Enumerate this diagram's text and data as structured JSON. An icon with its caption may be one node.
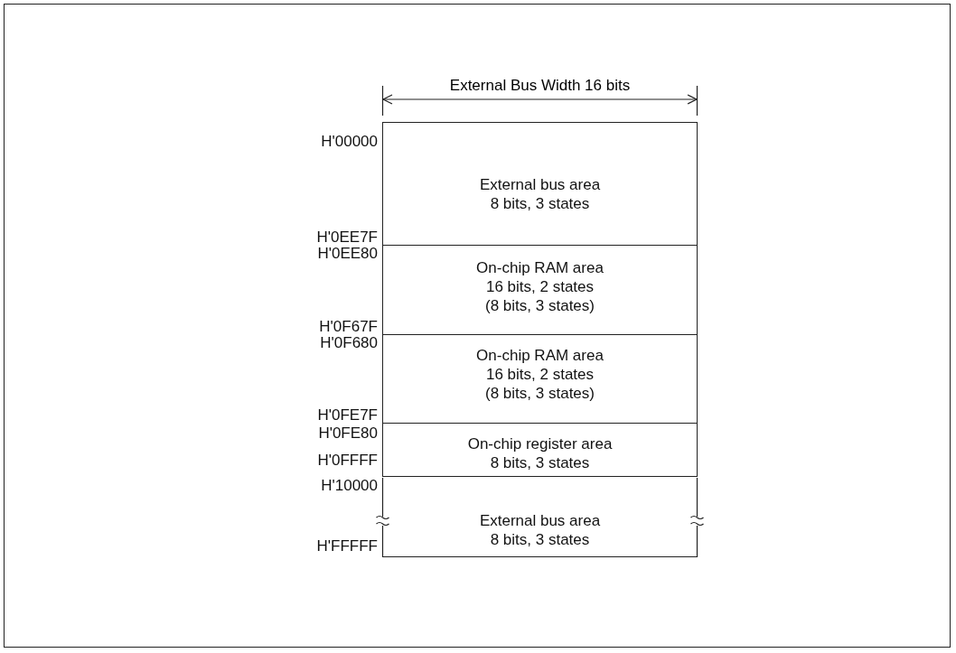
{
  "diagram": {
    "nodes": [
      {
        "text": [
          "External bus area",
          "8 bits, 3 states"
        ]
      },
      {
        "text": [
          "On-chip RAM area",
          "16 bits, 2 states",
          "(8 bits, 3 states)"
        ]
      },
      {
        "text": [
          "On-chip RAM area",
          "16 bits, 2 states",
          "(8 bits, 3 states)"
        ]
      },
      {
        "text": [
          "On-chip register area",
          "8 bits, 3 states"
        ]
      },
      {
        "text": [
          "External bus area",
          "8 bits, 3 states"
        ]
      }
    ],
    "edges": [],
    "labels": [
      "External Bus Width 16 bits",
      "H'00000",
      "H'0EE7F",
      "H'0EE80",
      "H'0F67F",
      "H'0F680",
      "H'0FE7F",
      "H'0FE80",
      "H'0FFFF",
      "H'10000",
      "H'FFFFF"
    ]
  }
}
